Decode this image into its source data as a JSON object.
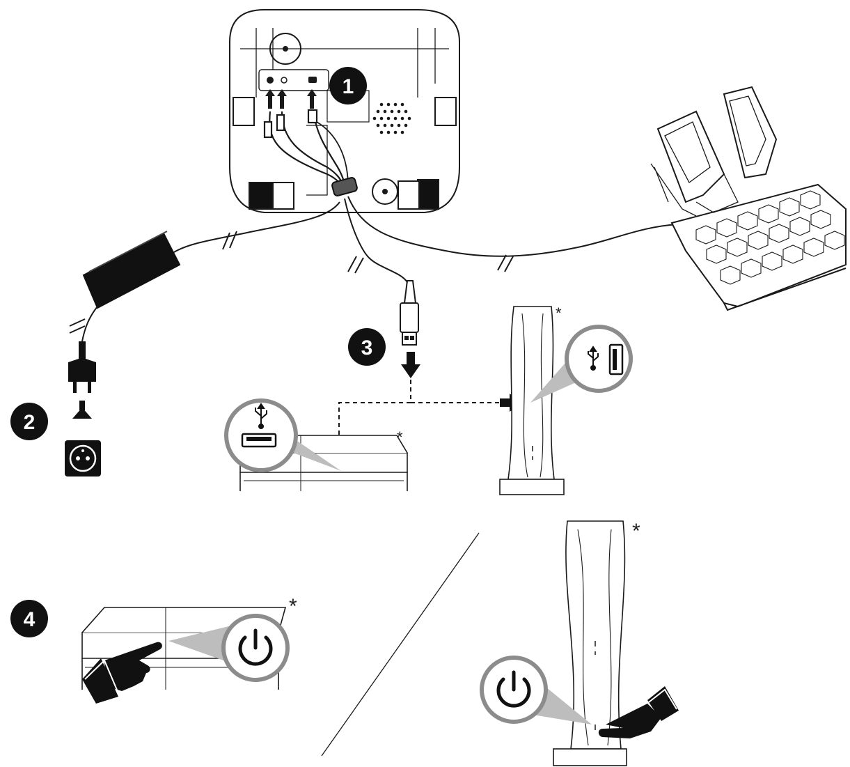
{
  "steps": {
    "step1": "1",
    "step2": "2",
    "step3": "3",
    "step4": "4"
  },
  "footnote_marks": {
    "ps4_usb": "*",
    "ps5_usb": "*",
    "ps4_power": "*",
    "ps5_power": "*"
  },
  "icons": {
    "usb": "usb-icon",
    "power": "power-icon",
    "plug": "power-plug-icon",
    "socket": "wall-socket-icon",
    "hand": "pointing-hand-icon"
  },
  "colors": {
    "line": "#1a1a1a",
    "badge": "#111111",
    "callout": "#bdbdbd",
    "lens_ring": "#8c8c8c"
  }
}
